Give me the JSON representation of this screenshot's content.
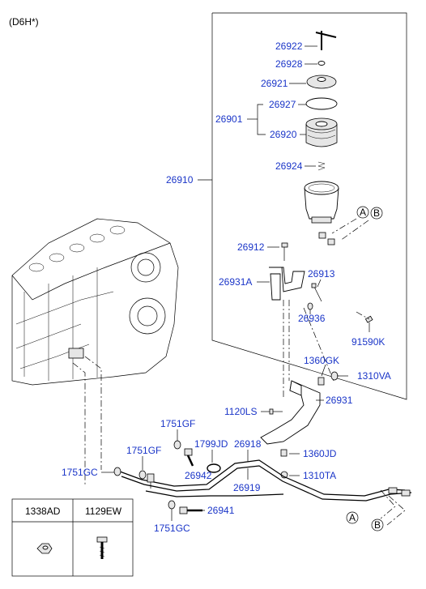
{
  "header": {
    "variant": "(D6H*)"
  },
  "parts": {
    "p26922": "26922",
    "p26928": "26928",
    "p26921": "26921",
    "p26927": "26927",
    "p26901": "26901",
    "p26920": "26920",
    "p26924": "26924",
    "p26910": "26910",
    "p26912": "26912",
    "p26931A": "26931A",
    "p26913": "26913",
    "p26936": "26936",
    "p91590K": "91590K",
    "p1360GK": "1360GK",
    "p1310VA": "1310VA",
    "p26931": "26931",
    "p1120LS": "1120LS",
    "p1751GF_a": "1751GF",
    "p1751GF_b": "1751GF",
    "p1799JD": "1799JD",
    "p26918": "26918",
    "p1360JD": "1360JD",
    "p1751GC_a": "1751GC",
    "p26942": "26942",
    "p26919": "26919",
    "p1310TA": "1310TA",
    "p26941": "26941",
    "p1751GC_b": "1751GC"
  },
  "refs": {
    "a_top": "A",
    "b_top": "B",
    "a_bottom": "A",
    "b_bottom": "B"
  },
  "legend": {
    "col1": "1338AD",
    "col2": "1129EW"
  }
}
